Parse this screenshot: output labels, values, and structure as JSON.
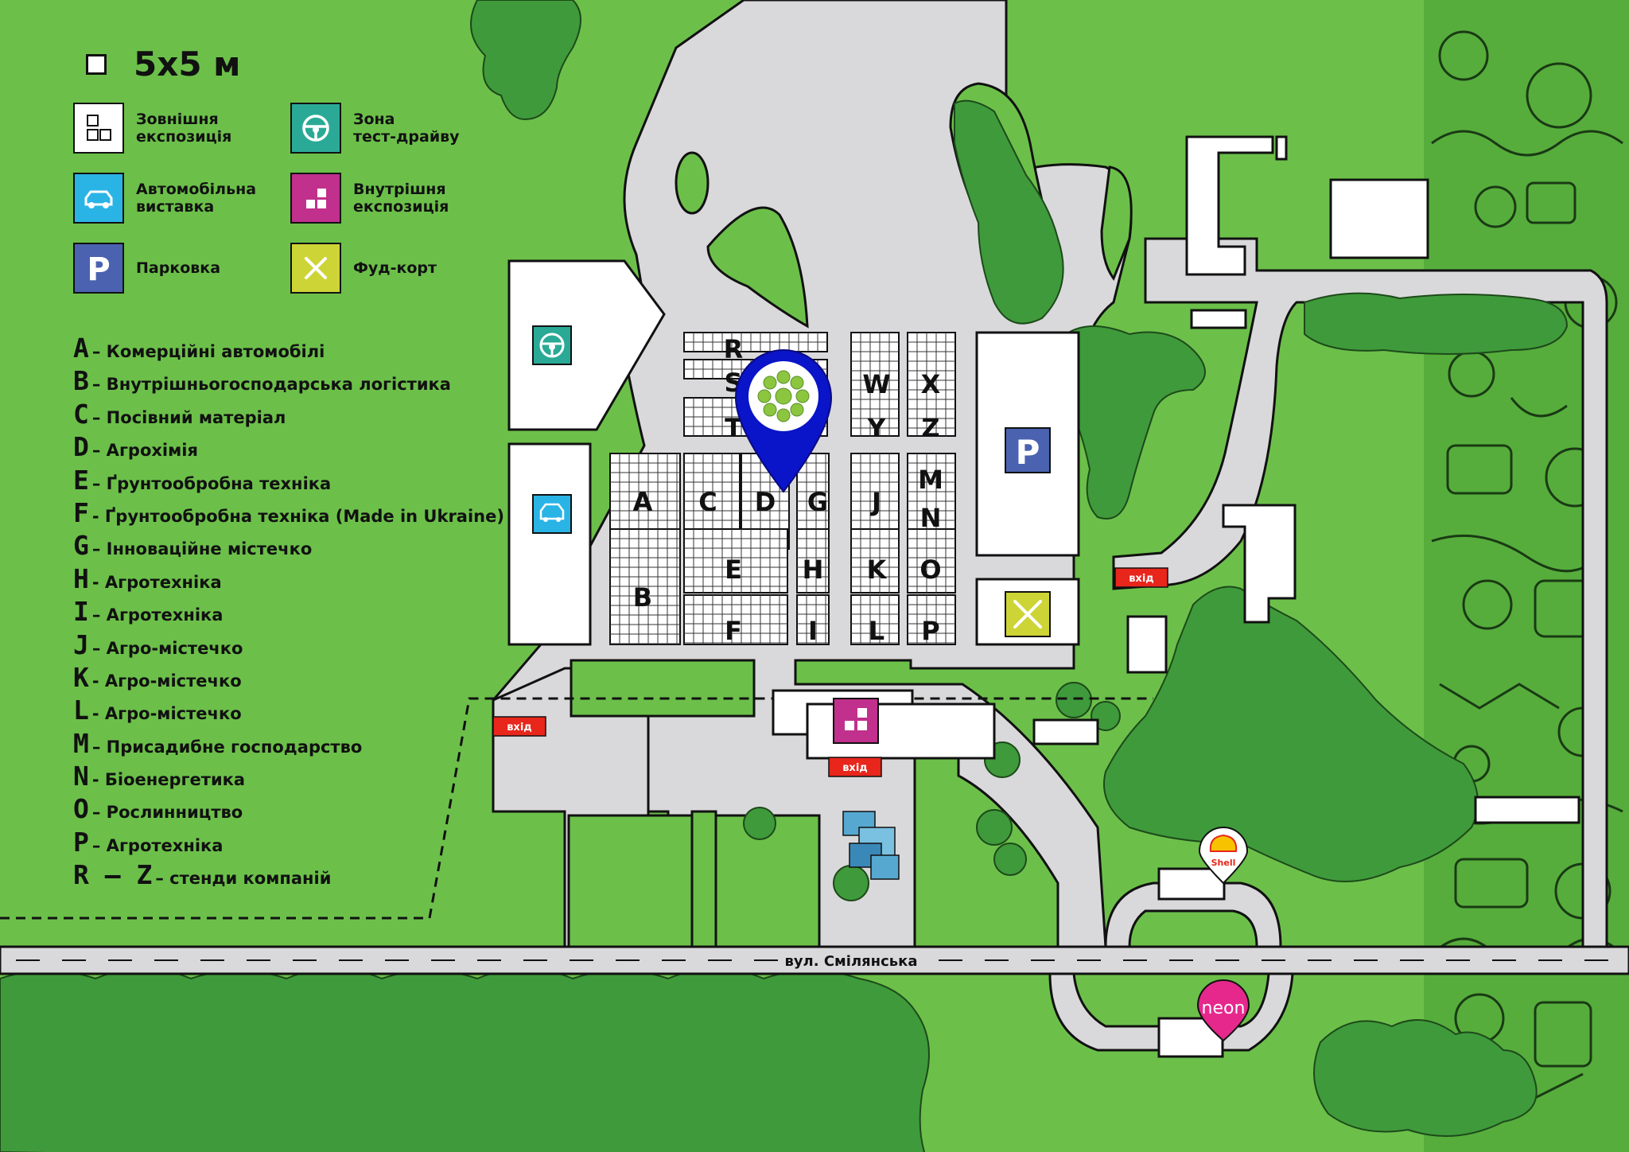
{
  "legend": {
    "scale": "5x5 м",
    "items": [
      {
        "label": "Зовнішня\nекспозиція",
        "icon": "outdoor-exposition-icon",
        "color": "#ffffff"
      },
      {
        "label": "Зона\nтест-драйву",
        "icon": "steering-wheel-icon",
        "color": "#2aaa96"
      },
      {
        "label": "Автомобільна\nвиставка",
        "icon": "car-icon",
        "color": "#2ab4e6"
      },
      {
        "label": "Внутрішня\nекспозиція",
        "icon": "indoor-exposition-icon",
        "color": "#c0308c"
      },
      {
        "label": "Парковка",
        "icon": "parking-icon",
        "color": "#4a62b0"
      },
      {
        "label": "Фуд-корт",
        "icon": "fork-knife-icon",
        "color": "#cdd435"
      }
    ]
  },
  "zones": [
    {
      "letter": "A",
      "desc": "– Комерційні автомобілі"
    },
    {
      "letter": "B",
      "desc": "– Внутрішньогосподарська логістика"
    },
    {
      "letter": "C",
      "desc": "– Посівний матеріал"
    },
    {
      "letter": "D",
      "desc": "– Агрохімія"
    },
    {
      "letter": "E",
      "desc": "– Ґрунтообробна техніка"
    },
    {
      "letter": "F",
      "desc": "- Ґрунтообробна техніка (Made in Ukraine)"
    },
    {
      "letter": "G",
      "desc": "– Інноваційне містечко"
    },
    {
      "letter": "H",
      "desc": "- Агротехніка"
    },
    {
      "letter": "I",
      "desc": "– Агротехніка"
    },
    {
      "letter": "J",
      "desc": "– Агро-містечко"
    },
    {
      "letter": "K",
      "desc": "- Агро-містечко"
    },
    {
      "letter": "L",
      "desc": "- Агро-містечко"
    },
    {
      "letter": "M",
      "desc": "– Присадибне господарство"
    },
    {
      "letter": "N",
      "desc": "- Біоенергетика"
    },
    {
      "letter": "O",
      "desc": "– Рослинництво"
    },
    {
      "letter": "P",
      "desc": "– Агротехніка"
    },
    {
      "letter": "R – Z",
      "desc": "– стенди компаній"
    }
  ],
  "map": {
    "blocks": [
      "R",
      "S",
      "T",
      "W",
      "X",
      "Y",
      "Z",
      "A",
      "C",
      "D",
      "G",
      "J",
      "M",
      "N",
      "B",
      "E",
      "H",
      "K",
      "O",
      "F",
      "I",
      "L",
      "P"
    ],
    "entrance_label": "вхід",
    "street_label": "вул. Смілянська",
    "brands": [
      "Shell",
      "neon"
    ],
    "parking_label": "P",
    "colors": {
      "grass": "#6cc04a",
      "trees": "#3f9a3b",
      "road": "#d9d9db",
      "entrance": "#e8261c",
      "pin": "#0a14c8",
      "shell": "#e8261c",
      "neon": "#e6288c"
    }
  }
}
